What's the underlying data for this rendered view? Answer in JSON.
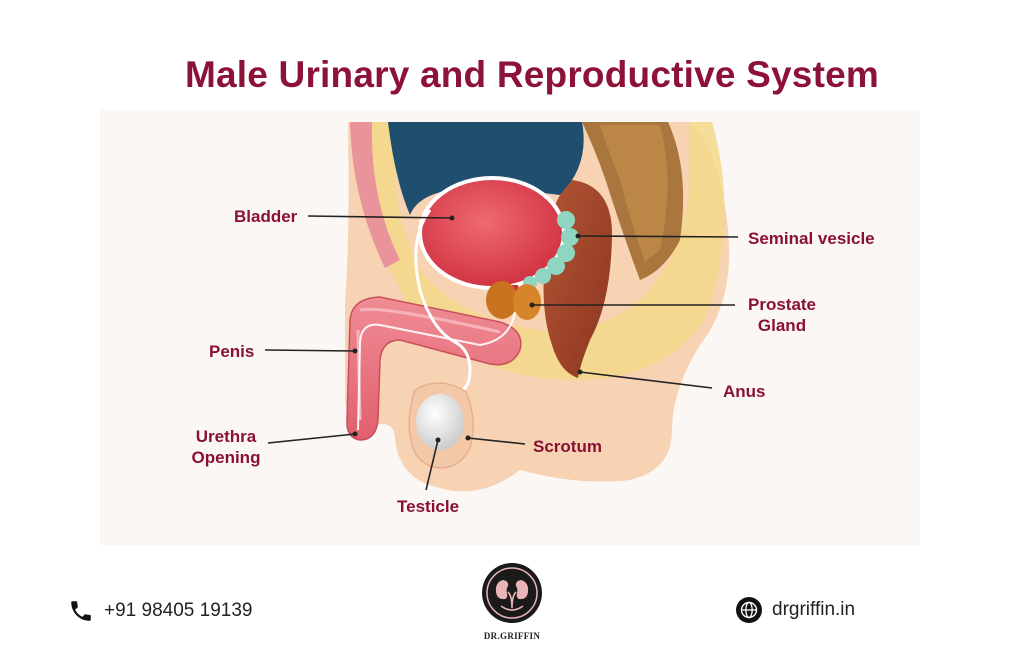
{
  "title": "Male Urinary and Reproductive System",
  "labels": {
    "bladder": "Bladder",
    "seminal_vesicle": "Seminal vesicle",
    "prostate_line1": "Prostate",
    "prostate_line2": "Gland",
    "penis": "Penis",
    "anus": "Anus",
    "urethra_line1": "Urethra",
    "urethra_line2": "Opening",
    "scrotum": "Scrotum",
    "testicle": "Testicle"
  },
  "footer": {
    "phone": "+91 98405 19139",
    "website": "drgriffin.in",
    "logo_text": "DR.GRIFFIN"
  },
  "icons": {
    "phone": "phone-icon",
    "globe": "globe-icon",
    "logo": "kidney-logo-icon"
  },
  "colors": {
    "title": "#8c1238",
    "label": "#8a1136",
    "bladder": "#e2424f",
    "abdominal_cavity": "#1f4e6e",
    "prostate": "#c8741f",
    "seminal_vesicle": "#8fd6c2",
    "rectum": "#a4462a",
    "skin": "#f7d2b3"
  }
}
